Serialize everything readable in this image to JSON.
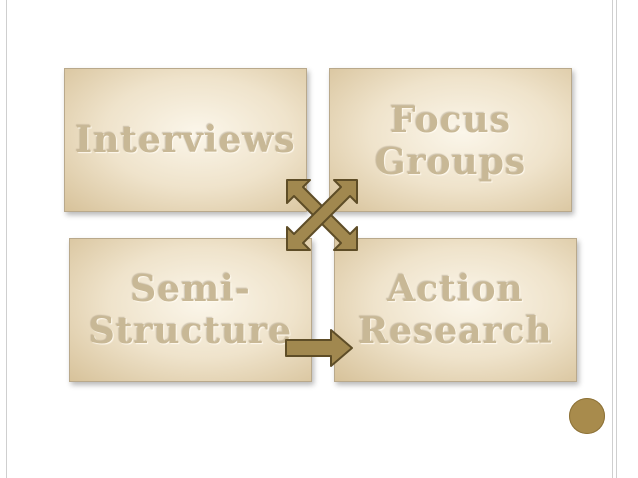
{
  "boxes": [
    {
      "id": "interviews",
      "label": "Interviews"
    },
    {
      "id": "focus-groups",
      "label": "Focus\nGroups"
    },
    {
      "id": "semi-structure",
      "label": "Semi-\nStructure"
    },
    {
      "id": "action-research",
      "label": "Action\nResearch"
    }
  ],
  "colors": {
    "box_light": "#fbf6ea",
    "box_dark": "#d7c29a",
    "text": "#c8b896",
    "arrow_fill": "#a1884f",
    "arrow_stroke": "#5e4d27",
    "dot": "#a88b4c"
  }
}
